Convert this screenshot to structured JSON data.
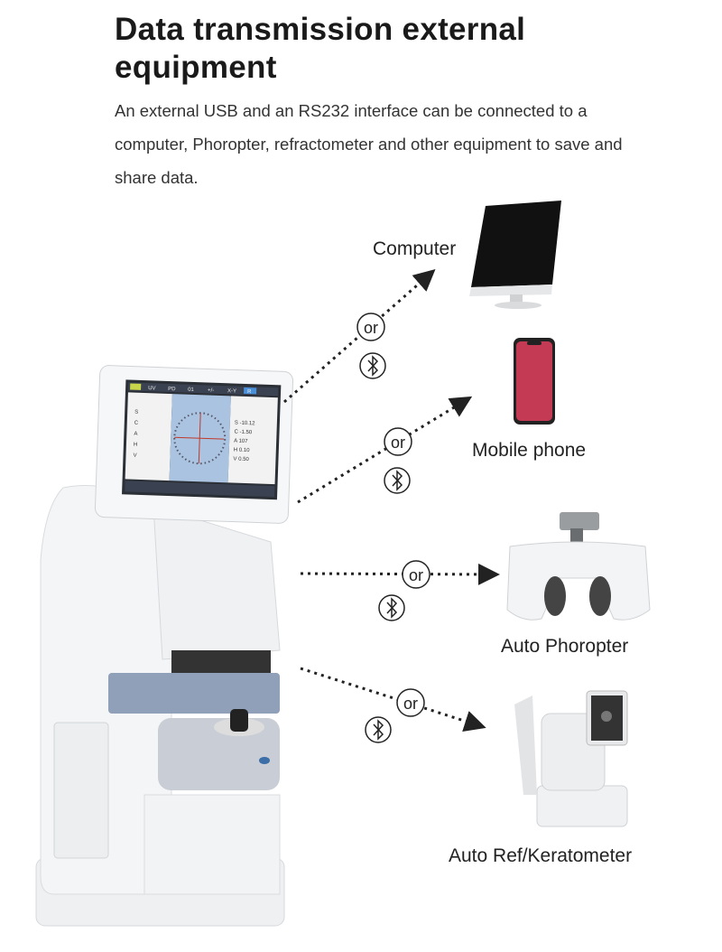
{
  "header": {
    "title": "Data transmission external equipment",
    "description": "An external USB and an RS232 interface can be connected to a computer, Phoropter, refractometer  and other equipment to save and share data."
  },
  "connection": {
    "or_label": "or",
    "wireless_icon": "bluetooth-icon"
  },
  "devices": [
    {
      "label": "Computer"
    },
    {
      "label": "Mobile phone"
    },
    {
      "label": "Auto Phoropter"
    },
    {
      "label": "Auto Ref/Keratometer"
    }
  ],
  "lensmeter_screen": {
    "tabs": [
      "UV",
      "PD",
      "01",
      "+/-",
      "X-Y",
      "R"
    ],
    "left_labels": [
      "S",
      "C",
      "A",
      "H",
      "V"
    ],
    "right_values": [
      "S  -10.12",
      "C  -1.50",
      "A   107",
      "H   0.10",
      "V   0.50"
    ]
  },
  "colors": {
    "arrow": "#222222",
    "screen_blue": "#a9c3e0",
    "device_grey": "#8fa0b8"
  }
}
